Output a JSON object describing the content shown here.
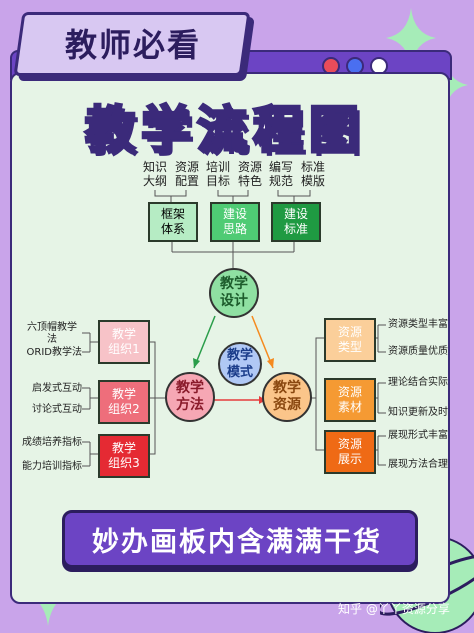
{
  "header": {
    "badge": "教师必看",
    "title": "教学流程图"
  },
  "top_labels": [
    {
      "text": "知识\n大纲"
    },
    {
      "text": "资源\n配置"
    },
    {
      "text": "培训\n目标"
    },
    {
      "text": "资源\n特色"
    },
    {
      "text": "编写\n规范"
    },
    {
      "text": "标准\n模版"
    }
  ],
  "top_boxes": [
    {
      "text": "框架\n体系",
      "fill": "#b6ecc4"
    },
    {
      "text": "建设\n思路",
      "fill": "#4fcb74"
    },
    {
      "text": "建设\n标准",
      "fill": "#1f9a42"
    }
  ],
  "circles": {
    "design": "教学\n设计",
    "mode": "教学\n模式",
    "method": "教学\n方法",
    "resource": "教学\n资源"
  },
  "left_boxes": [
    {
      "text": "教学\n组织1",
      "fill": "#f7c3c8"
    },
    {
      "text": "教学\n组织2",
      "fill": "#ee6e7b"
    },
    {
      "text": "教学\n组织3",
      "fill": "#e52a33"
    }
  ],
  "left_labels": [
    {
      "text": "六顶帽教学\n法"
    },
    {
      "text": "ORID教学法"
    },
    {
      "text": "启发式互动"
    },
    {
      "text": "讨论式互动"
    },
    {
      "text": "成绩培养指标"
    },
    {
      "text": "能力培训指标"
    }
  ],
  "right_boxes": [
    {
      "text": "资源\n类型",
      "fill": "#fbcf9a"
    },
    {
      "text": "资源\n素材",
      "fill": "#f59a33"
    },
    {
      "text": "资源\n展示",
      "fill": "#ef6a15"
    }
  ],
  "right_labels": [
    {
      "text": "资源类型丰富"
    },
    {
      "text": "资源质量优质"
    },
    {
      "text": "理论结合实际"
    },
    {
      "text": "知识更新及时"
    },
    {
      "text": "展现形式丰富"
    },
    {
      "text": "展现方法合理"
    }
  ],
  "footer": "妙办画板内含满满干货",
  "watermark": "知乎 @丫丫资源分享"
}
